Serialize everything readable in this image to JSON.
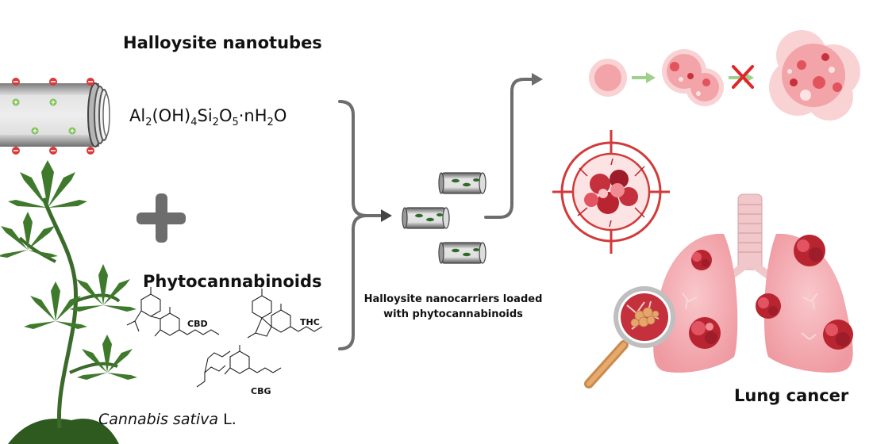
{
  "halloysite": {
    "title": "Halloysite nanotubes",
    "formula": {
      "p1": "Al",
      "s1": "2",
      "p2": "(OH)",
      "s2": "4",
      "p3": "Si",
      "s3": "2",
      "p4": "O",
      "s4": "5",
      "p5": "·nH",
      "s5": "2",
      "p6": "O"
    }
  },
  "phyto": {
    "title": "Phytocannabinoids",
    "compounds": [
      "CBD",
      "THC",
      "CBG"
    ]
  },
  "plant": {
    "name_italic": "Cannabis sativa",
    "suffix": " L."
  },
  "nanocarriers": {
    "line1": "Halloysite nanocarriers loaded",
    "line2": "with phytocannabinoids"
  },
  "outcome": {
    "label": "Lung cancer"
  },
  "colors": {
    "arrow_gray": "#6d6d6d",
    "plant_green": "#3a6b2a",
    "negative_red": "#d83a3a",
    "positive_green": "#7fc45a",
    "tumor_red": "#b8242f",
    "lung_pink": "#f3a9ae",
    "cell_pink": "#f2a4a9",
    "cross_red": "#e0262b",
    "growth_arrow": "#9fd08a"
  }
}
